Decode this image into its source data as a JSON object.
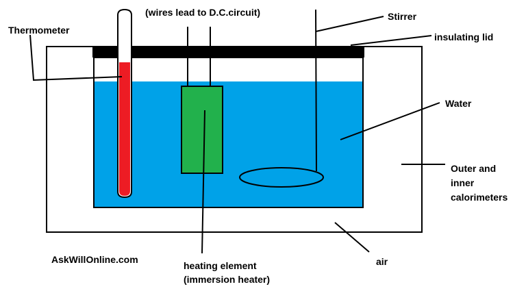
{
  "labels": {
    "thermometer": "Thermometer",
    "wires": "(wires lead to D.C.circuit)",
    "stirrer": "Stirrer",
    "insulating_lid": "insulating lid",
    "water": "Water",
    "calorimeters_line1": "Outer and",
    "calorimeters_line2": "inner",
    "calorimeters_line3": "calorimeters",
    "heating_line1": "heating element",
    "heating_line2": "(immersion heater)",
    "air": "air",
    "credit": "AskWillOnline.com"
  },
  "colors": {
    "water": "#00a2e8",
    "thermometer_liquid": "#ed1c24",
    "heater": "#22b14c",
    "lid": "#000000",
    "outline": "#000000",
    "background": "#ffffff"
  }
}
